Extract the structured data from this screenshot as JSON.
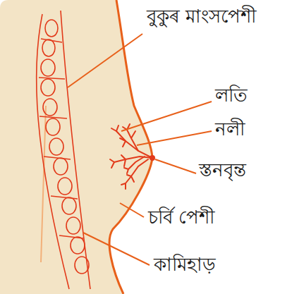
{
  "diagram": {
    "labels": [
      "বুকুৰ মাংসপেশী",
      "লতি",
      "নলী",
      "স্তনবৃন্ত",
      "চৰ্বি পেশী",
      "কামিহাড়"
    ]
  }
}
